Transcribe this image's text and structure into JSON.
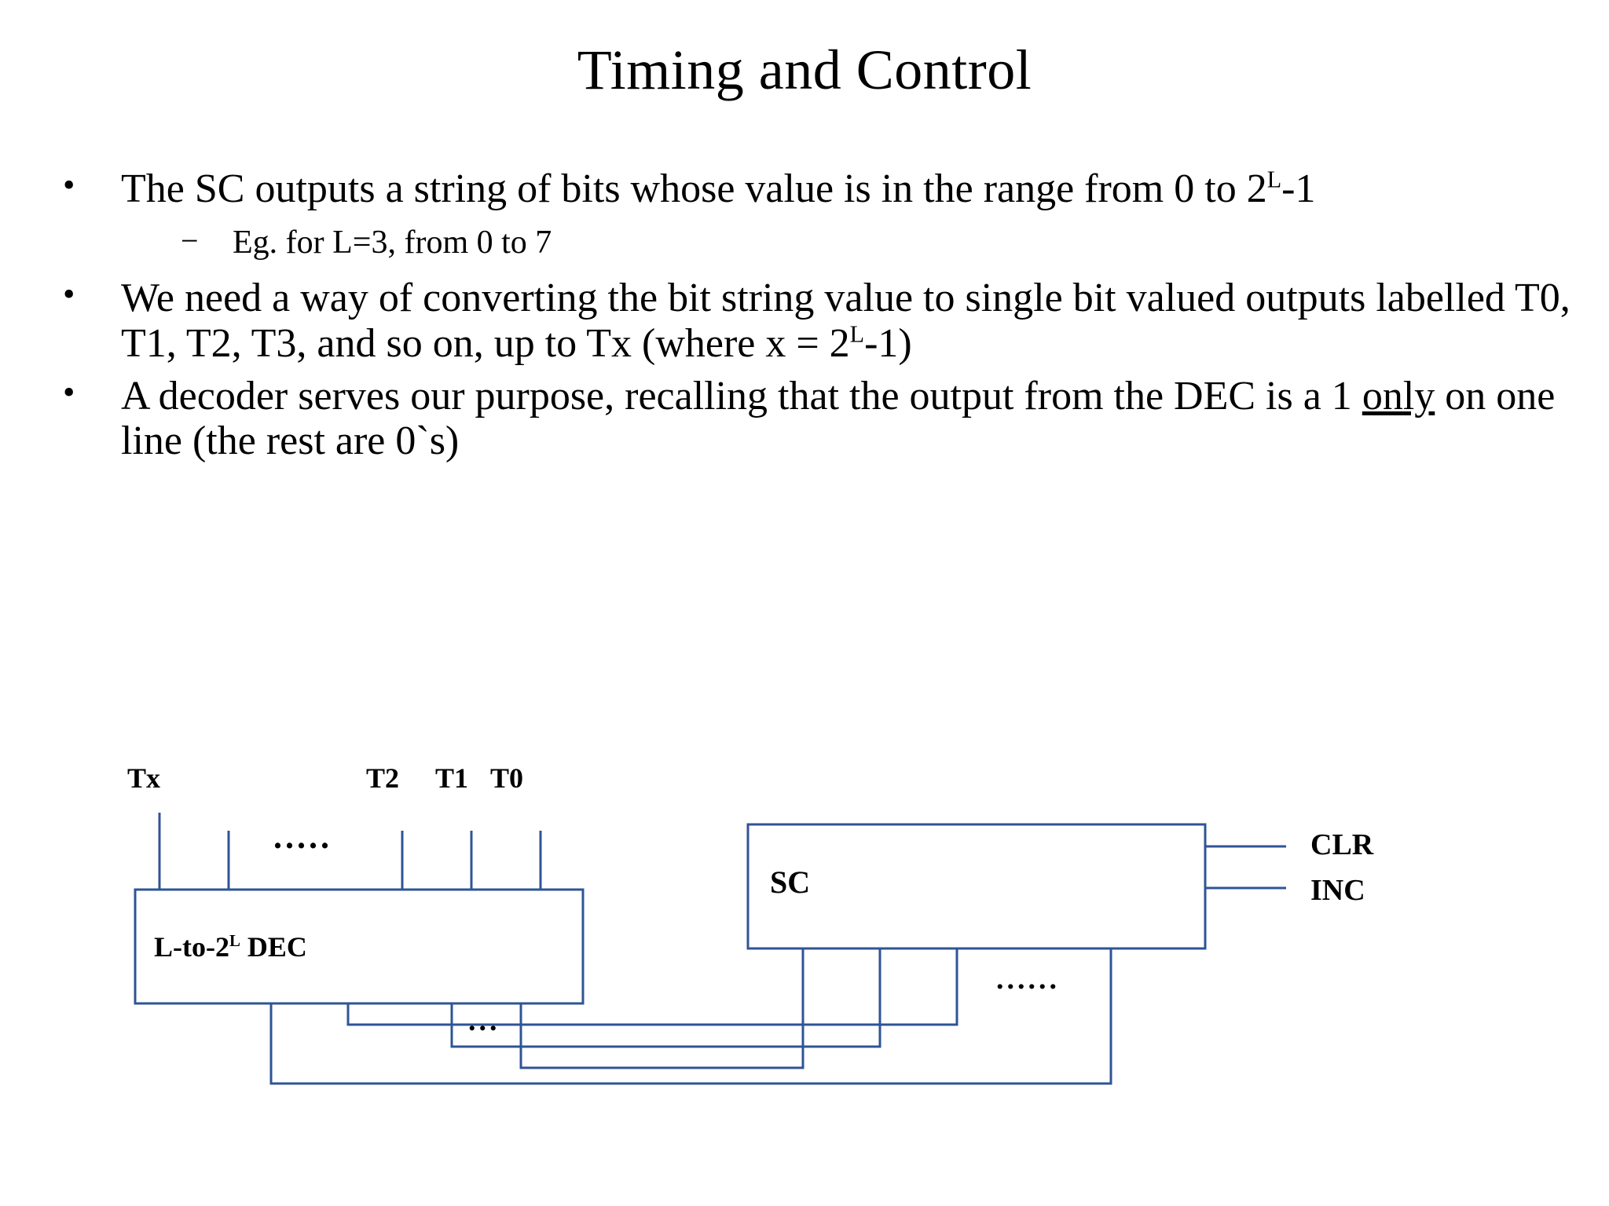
{
  "slide": {
    "title": "Timing and Control",
    "bullet_marker": "•",
    "sub_marker": "−"
  },
  "bullets": [
    {
      "id": "bullet-sc-range",
      "marker": "•",
      "segments": [
        {
          "text": "The SC outputs a string of bits whose value is in the range from 0 to 2"
        },
        {
          "text": "L",
          "sup": true
        },
        {
          "text": "-1"
        }
      ],
      "sub": [
        {
          "id": "subbullet-example",
          "marker": "−",
          "text": "Eg. for L=3, from 0 to 7"
        }
      ]
    },
    {
      "id": "bullet-convert",
      "marker": "•",
      "segments": [
        {
          "text": "We need a way of converting the bit string value to single bit valued outputs labelled T0, T1, T2, T3, and so on, up to Tx (where x = 2"
        },
        {
          "text": "L",
          "sup": true
        },
        {
          "text": "-1)"
        }
      ],
      "sub": []
    },
    {
      "id": "bullet-decoder",
      "marker": "•",
      "segments": [
        {
          "text": "A decoder serves our purpose, recalling that the output from the DEC is a 1 "
        },
        {
          "text": "only",
          "underline": true
        },
        {
          "text": " on one line (the rest are 0`s)"
        }
      ],
      "sub": []
    }
  ],
  "diagram": {
    "line_color": "#2F5496",
    "box_fill": "#FFFFFF",
    "decoder": {
      "label_prefix": "L-to-2",
      "label_sup": "L",
      "label_suffix": " DEC",
      "full_label": "L-to-2L DEC"
    },
    "counter": {
      "label": "SC"
    },
    "output_labels": [
      "Tx",
      "T2",
      "T1",
      "T0"
    ],
    "control_labels": [
      "CLR",
      "INC"
    ],
    "ellipsis_top": ".....",
    "ellipsis_bottom_left": "...",
    "ellipsis_bottom_right": "......"
  }
}
